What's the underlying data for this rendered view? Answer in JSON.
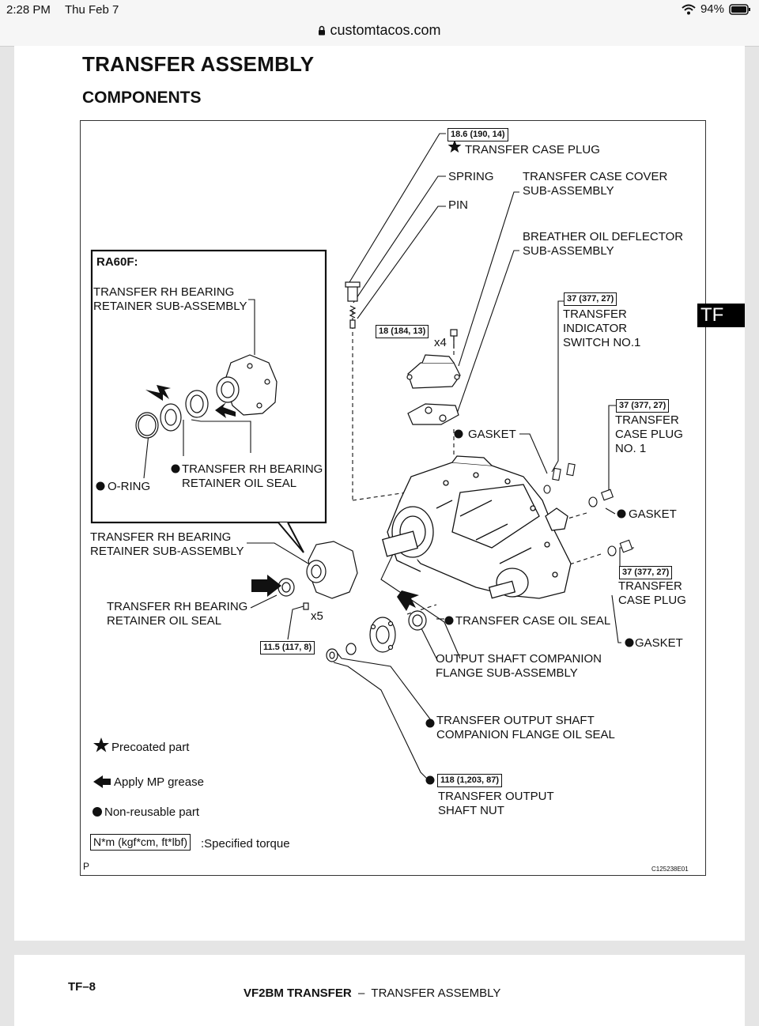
{
  "status": {
    "time": "2:28 PM",
    "date": "Thu Feb 7",
    "battery": "94%"
  },
  "browser": {
    "url": "customtacos.com"
  },
  "doc": {
    "title": "TRANSFER ASSEMBLY",
    "subtitle": "COMPONENTS",
    "tab_badge": "TF",
    "labels": {
      "plug_top": "TRANSFER CASE PLUG",
      "spring": "SPRING",
      "pin": "PIN",
      "cover": "TRANSFER CASE COVER\nSUB-ASSEMBLY",
      "breather": "BREATHER OIL DEFLECTOR\nSUB-ASSEMBLY",
      "inset_title": "RA60F:",
      "inset_retainer": "TRANSFER RH BEARING\nRETAINER SUB-ASSEMBLY",
      "inset_oil_seal": "TRANSFER RH BEARING\nRETAINER OIL SEAL",
      "inset_oring": "O-RING",
      "indicator": "TRANSFER\nINDICATOR\nSWITCH NO.1",
      "x4": "x4",
      "gasket1": "GASKET",
      "plug_no1": "TRANSFER\nCASE PLUG\nNO. 1",
      "gasket2": "GASKET",
      "retainer": "TRANSFER RH BEARING\nRETAINER SUB-ASSEMBLY",
      "oil_seal": "TRANSFER RH BEARING\nRETAINER OIL SEAL",
      "x5": "x5",
      "case_oil_seal": "TRANSFER CASE OIL SEAL",
      "plug2": "TRANSFER\nCASE PLUG",
      "gasket3": "GASKET",
      "flange": "OUTPUT SHAFT COMPANION\nFLANGE SUB-ASSEMBLY",
      "flange_seal": "TRANSFER OUTPUT SHAFT\nCOMPANION FLANGE OIL SEAL",
      "nut": "TRANSFER OUTPUT\nSHAFT NUT"
    },
    "torques": {
      "plug_top": "18.6 (190, 14)",
      "cover_bolt": "18 (184, 13)",
      "indicator": "37 (377, 27)",
      "plug_no1": "37 (377, 27)",
      "plug2": "37 (377, 27)",
      "retainer_bolt": "11.5 (117, 8)",
      "nut": "118 (1,203, 87)"
    },
    "legend": {
      "precoated": "Precoated part",
      "grease": "Apply MP grease",
      "nonreusable": "Non-reusable part",
      "torque_box": "N*m (kgf*cm, ft*lbf)",
      "torque_desc": ":Specified torque"
    },
    "corner_left": "P",
    "figure_code": "C125238E01"
  },
  "footer": {
    "page_ref": "TF–8",
    "section_bold": "VF2BM TRANSFER",
    "section_rest": "  –  TRANSFER ASSEMBLY"
  }
}
